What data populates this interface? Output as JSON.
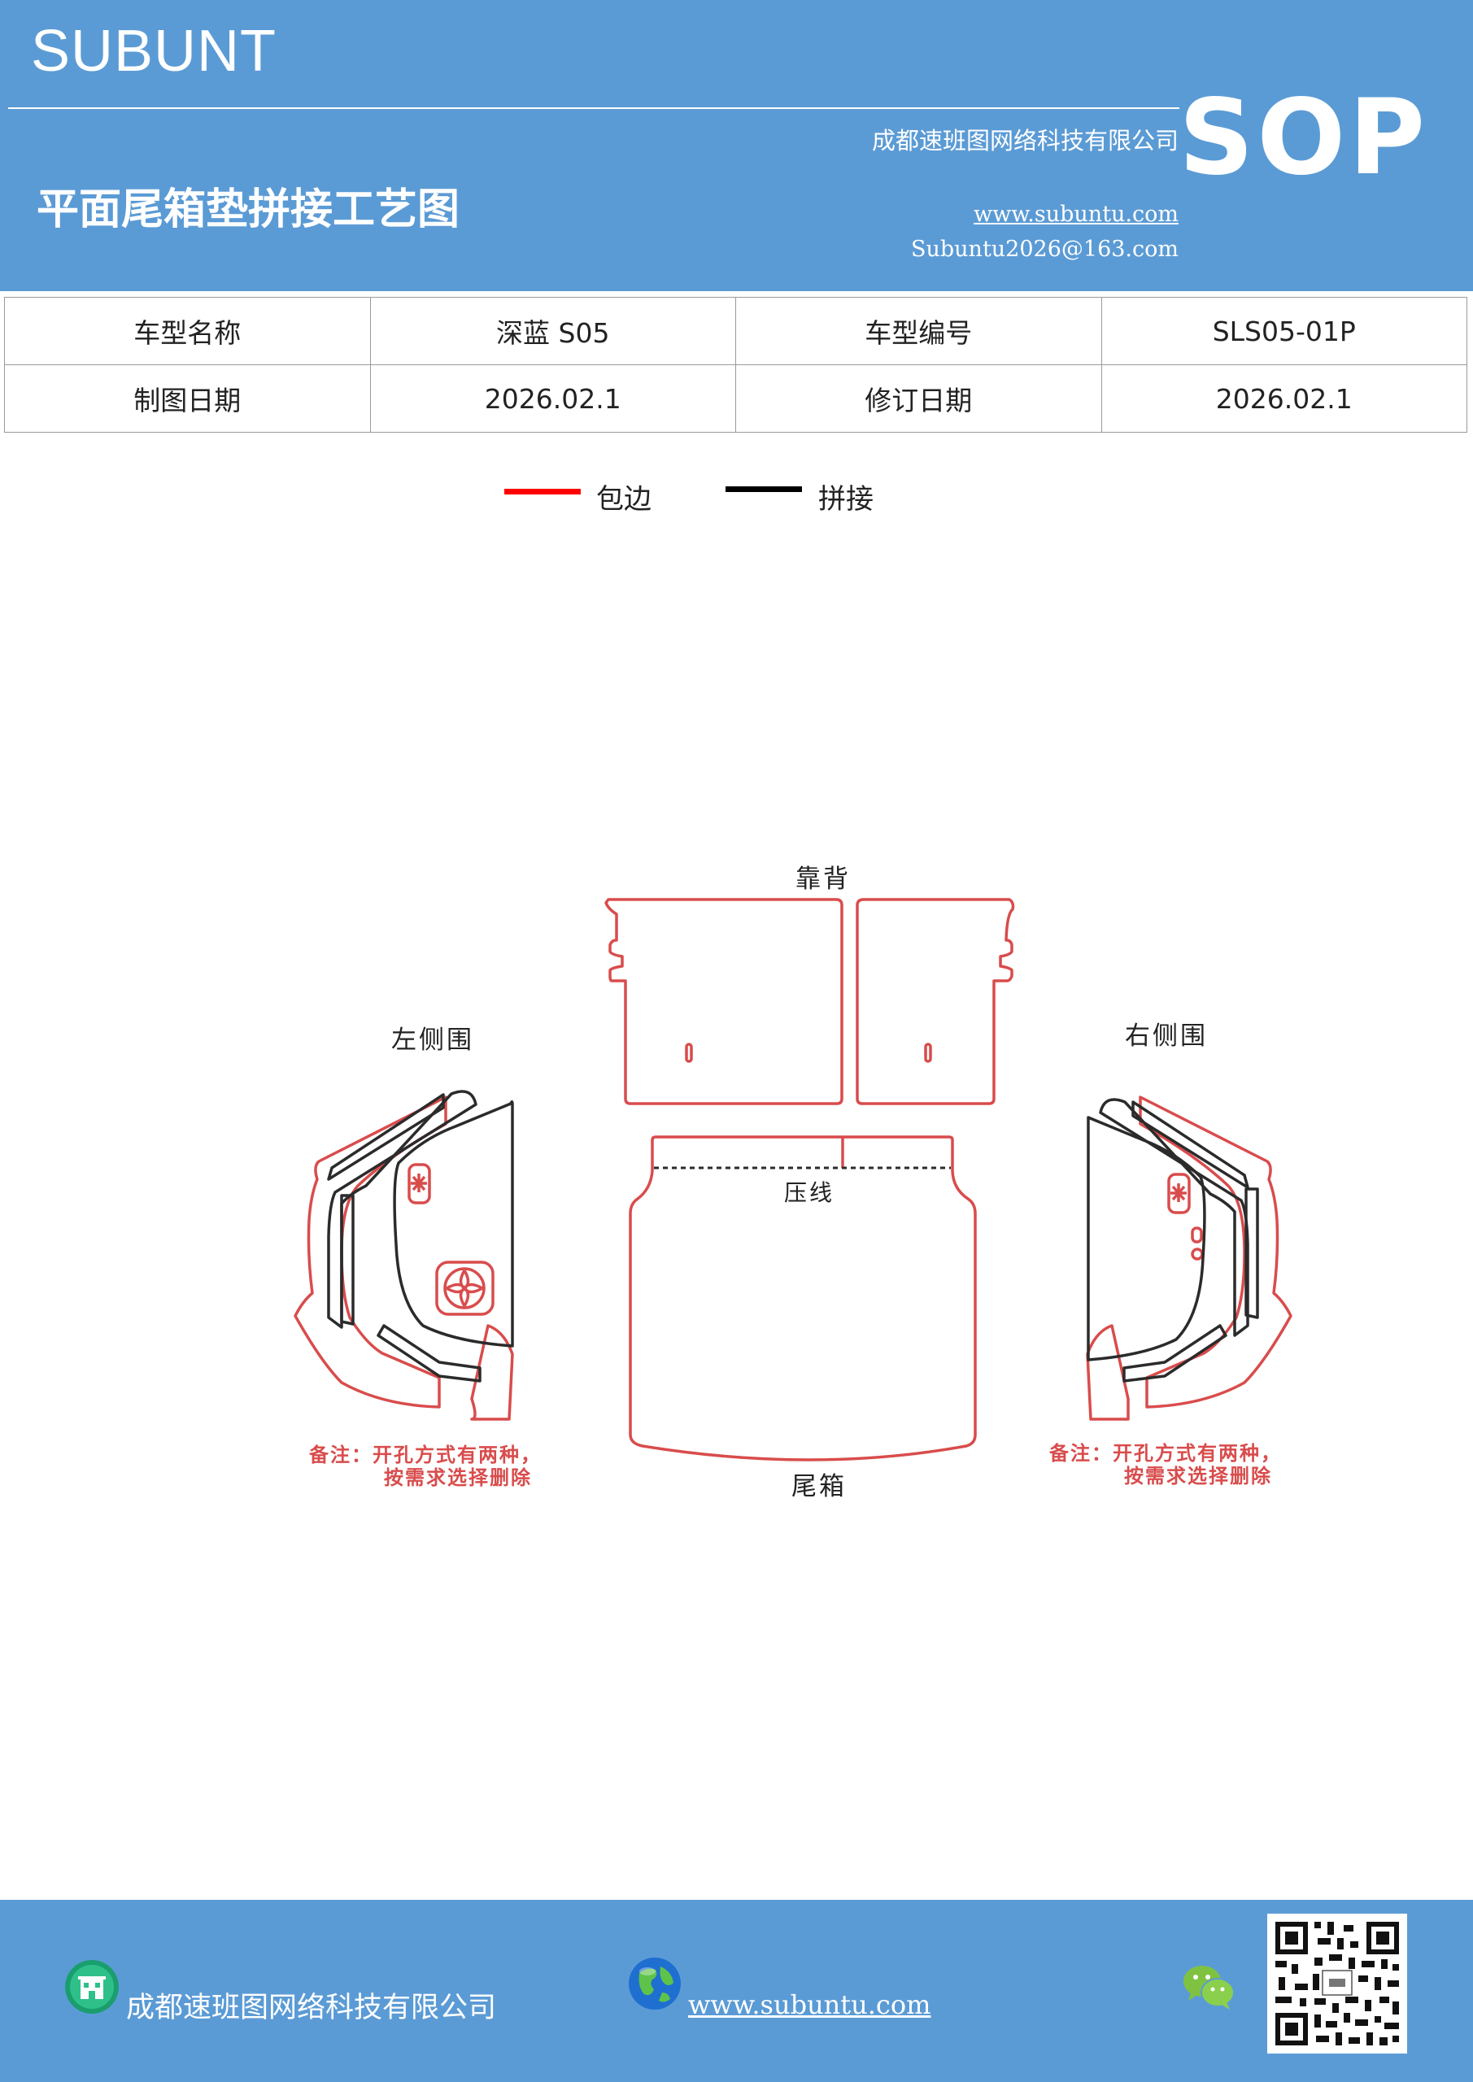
{
  "header": {
    "brand": "SUBUNT",
    "company": "成都速班图网络科技有限公司",
    "badge": "SOP",
    "title": "平面尾箱垫拼接工艺图",
    "website": "www.subuntu.com",
    "email": "Subuntu2026@163.com"
  },
  "info_table": {
    "rows": [
      [
        "车型名称",
        "深蓝 S05",
        "车型编号",
        "SLS05-01P"
      ],
      [
        "制图日期",
        "2026.02.1",
        "修订日期",
        "2026.02.1"
      ]
    ]
  },
  "legend": [
    {
      "label": "包边",
      "color": "#ff0000"
    },
    {
      "label": "拼接",
      "color": "#000000"
    }
  ],
  "diagram": {
    "backrest_label": "靠背",
    "left_side_label": "左侧围",
    "right_side_label": "右侧围",
    "crease_label": "压线",
    "trunk_label": "尾箱",
    "note_left_line1": "备注：开孔方式有两种，",
    "note_left_line2": "按需求选择删除",
    "note_right_line1": "备注：开孔方式有两种，",
    "note_right_line2": "按需求选择删除",
    "edge_color": "#d94c4c",
    "seam_color": "#2b2b2b"
  },
  "footer": {
    "company": "成都速班图网络科技有限公司",
    "website": "www.subuntu.com",
    "building_icon": "building-icon",
    "globe_icon": "globe-icon",
    "wechat_icon": "wechat-icon"
  },
  "colors": {
    "header_bg": "#5b9bd5",
    "footer_bg": "#5b9bd5"
  }
}
